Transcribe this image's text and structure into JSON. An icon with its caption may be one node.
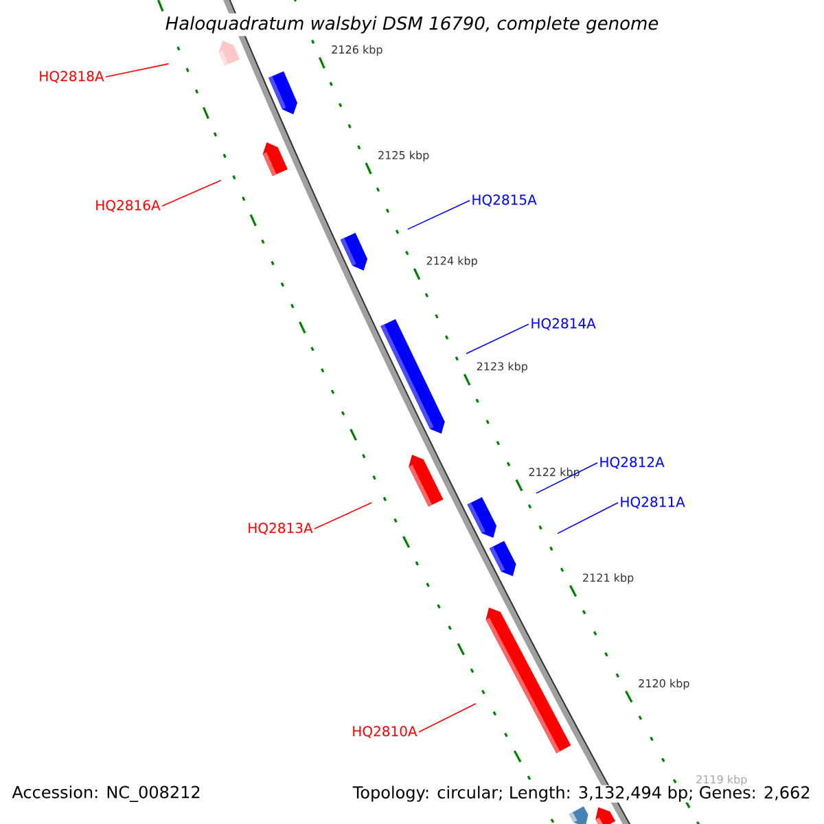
{
  "diagram": {
    "title": "Haloquadratum walsbyi DSM 16790, complete genome",
    "nodes": [
      {
        "text": [
          "HQ2818A"
        ]
      },
      {
        "text": [
          "HQ2816A"
        ]
      },
      {
        "text": [
          "HQ2815A"
        ]
      },
      {
        "text": [
          "HQ2814A"
        ]
      },
      {
        "text": [
          "HQ2813A"
        ]
      },
      {
        "text": [
          "HQ2812A"
        ]
      },
      {
        "text": [
          "HQ2811A"
        ]
      },
      {
        "text": [
          "HQ2810A"
        ]
      },
      {
        "text": [],
        "shape": "bar"
      },
      {
        "text": [],
        "shape": "bar"
      },
      {
        "text": [],
        "shape": "bar"
      },
      {
        "text": [],
        "shape": "bar"
      },
      {
        "text": [],
        "shape": "bar"
      },
      {
        "text": [],
        "shape": "bar"
      },
      {
        "text": [],
        "shape": "bar"
      },
      {
        "text": [],
        "shape": "bar"
      },
      {
        "text": [],
        "shape": "bar"
      },
      {
        "text": [],
        "shape": "bar"
      },
      {
        "text": [],
        "shape": "bar"
      }
    ],
    "edges": [
      {
        "from": 0,
        "to": 8,
        "arrow": "none",
        "color": "#ff0000"
      },
      {
        "from": 1,
        "to": 10,
        "arrow": "none",
        "color": "#ff0000"
      },
      {
        "from": 2,
        "to": 11,
        "arrow": "none",
        "color": "#0000ff"
      },
      {
        "from": 3,
        "to": 12,
        "arrow": "none",
        "color": "#0000ff"
      },
      {
        "from": 4,
        "to": 13,
        "arrow": "none",
        "color": "#ff0000"
      },
      {
        "from": 5,
        "to": 14,
        "arrow": "none",
        "color": "#0000ff"
      },
      {
        "from": 6,
        "to": 15,
        "arrow": "none",
        "color": "#0000ff"
      },
      {
        "from": 7,
        "to": 16,
        "arrow": "none",
        "color": "#ff0000"
      }
    ],
    "labels": [
      "2126 kbp",
      "2125 kbp",
      "2124 kbp",
      "2123 kbp",
      "2122 kbp",
      "2121 kbp",
      "2120 kbp",
      "2119 kbp",
      "Accession: NC_008212",
      "Topology: circular; Length: 3,132,494 bp; Genes: 2,662"
    ]
  }
}
